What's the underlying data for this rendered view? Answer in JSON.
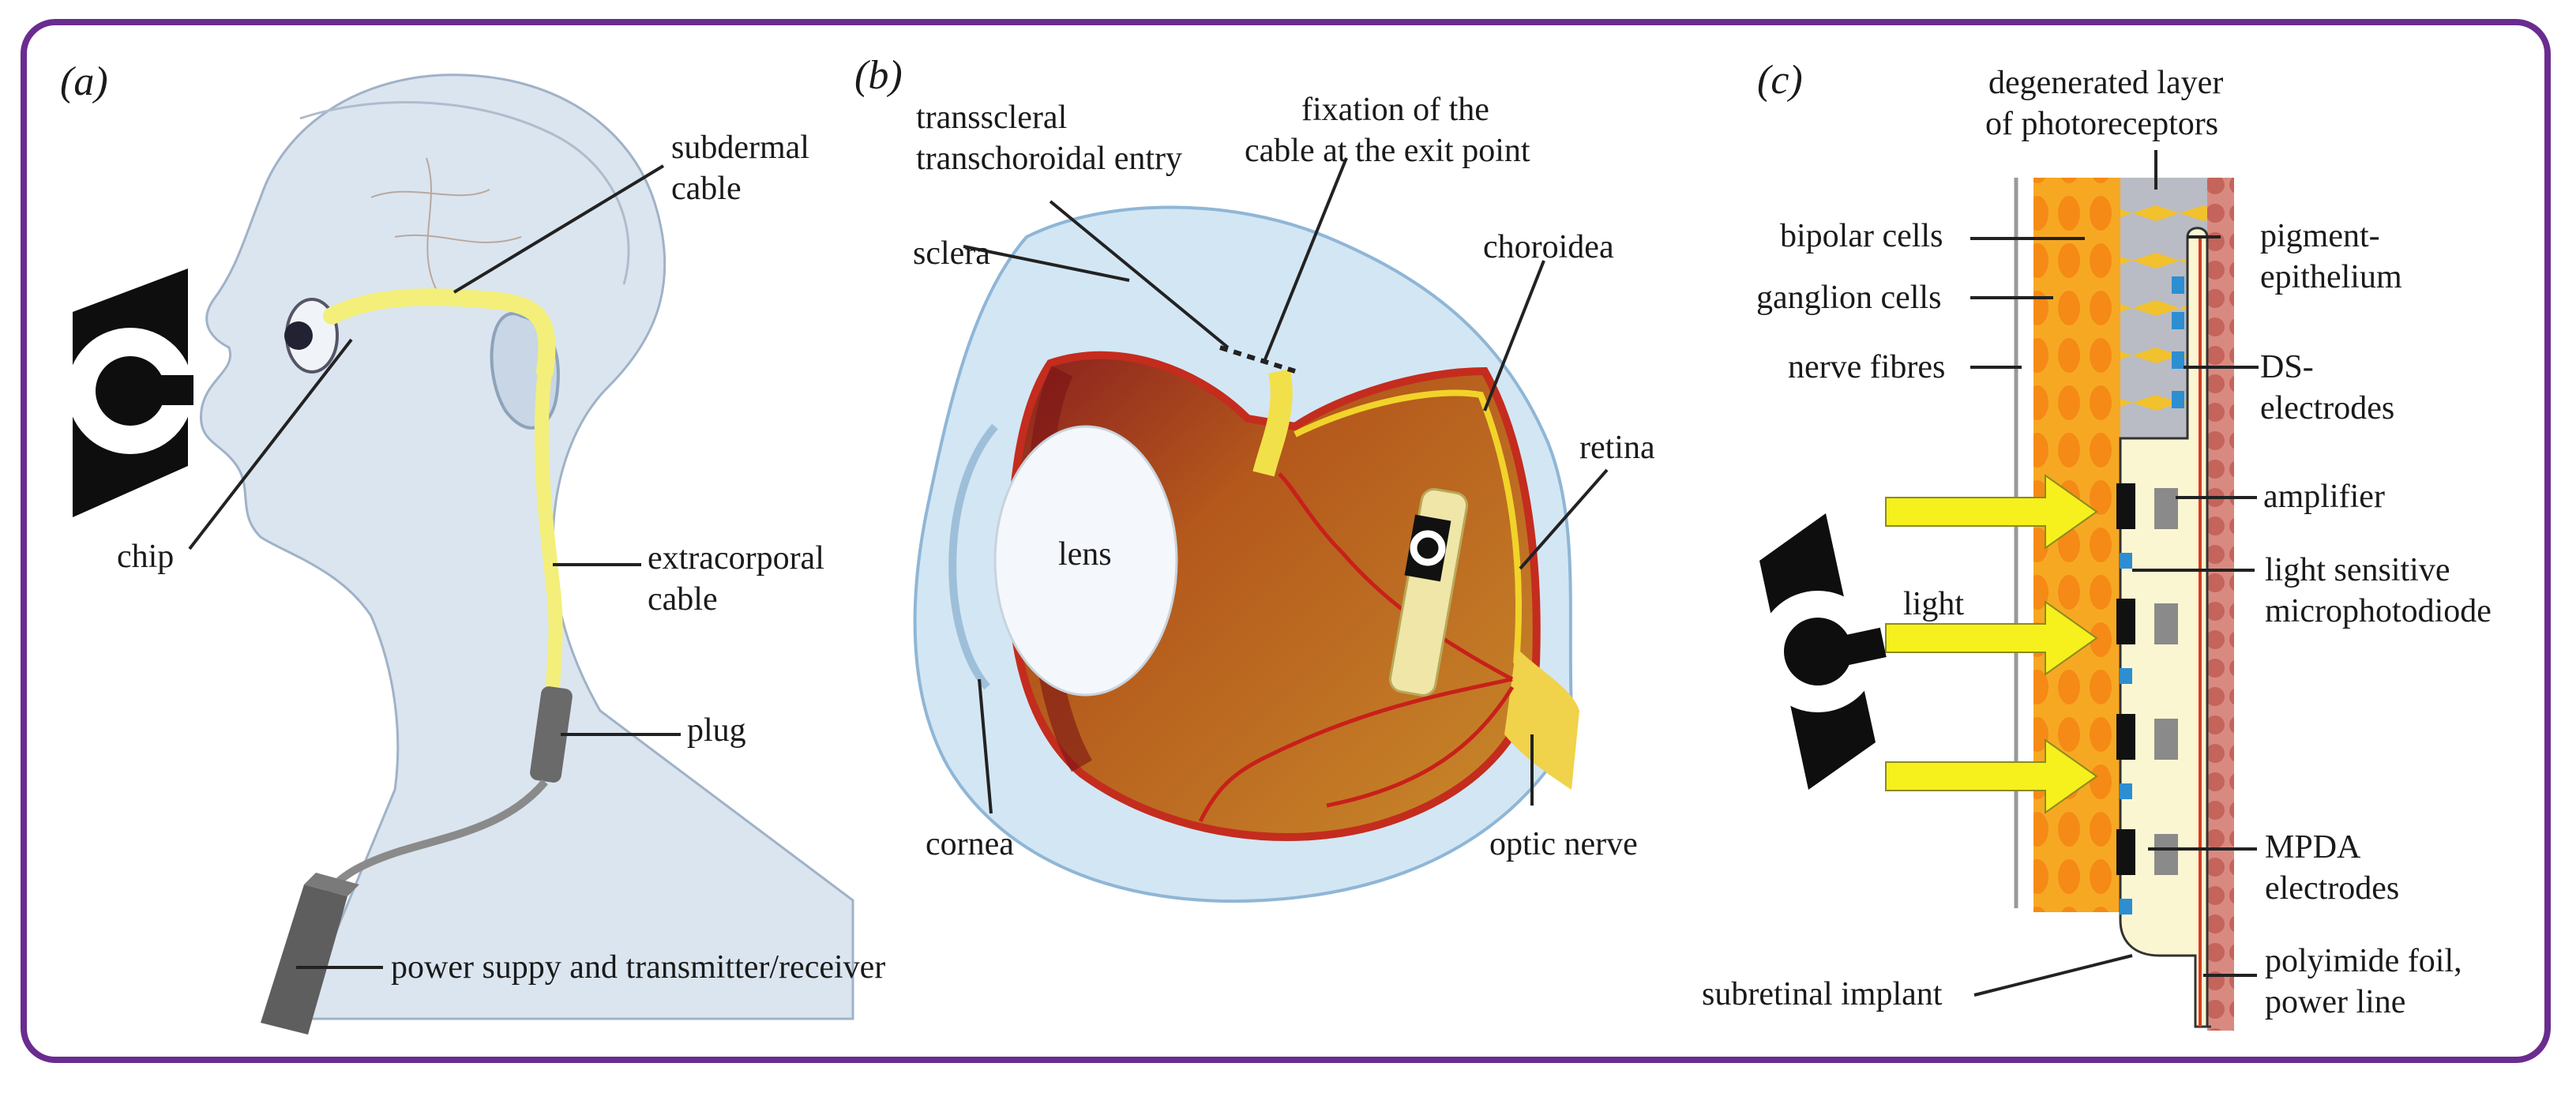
{
  "panels": {
    "a": {
      "letter": "(a)",
      "labels": {
        "subdermal_1": "subdermal",
        "subdermal_2": "cable",
        "chip": "chip",
        "extra_1": "extracorporal",
        "extra_2": "cable",
        "plug": "plug",
        "power": "power suppy and transmitter/receiver"
      }
    },
    "b": {
      "letter": "(b)",
      "labels": {
        "transscleral_1": "transscleral",
        "transscleral_2": "transchoroidal entry",
        "fixation_1": "fixation of the",
        "fixation_2": "cable at the exit point",
        "sclera": "sclera",
        "choroidea": "choroidea",
        "retina": "retina",
        "lens": "lens",
        "cornea": "cornea",
        "optic_nerve": "optic nerve"
      }
    },
    "c": {
      "letter": "(c)",
      "labels": {
        "degenerated_1": "degenerated layer",
        "degenerated_2": "of photoreceptors",
        "bipolar": "bipolar cells",
        "ganglion": "ganglion cells",
        "nerve_fibres": "nerve fibres",
        "pigment_1": "pigment-",
        "pigment_2": "epithelium",
        "ds_1": "DS-",
        "ds_2": "electrodes",
        "amplifier": "amplifier",
        "light": "light",
        "lsm_1": "light sensitive",
        "lsm_2": "microphotodiode",
        "mpda_1": "MPDA",
        "mpda_2": "electrodes",
        "subretinal": "subretinal implant",
        "poly_1": "polyimide foil,",
        "poly_2": "power line"
      }
    }
  }
}
